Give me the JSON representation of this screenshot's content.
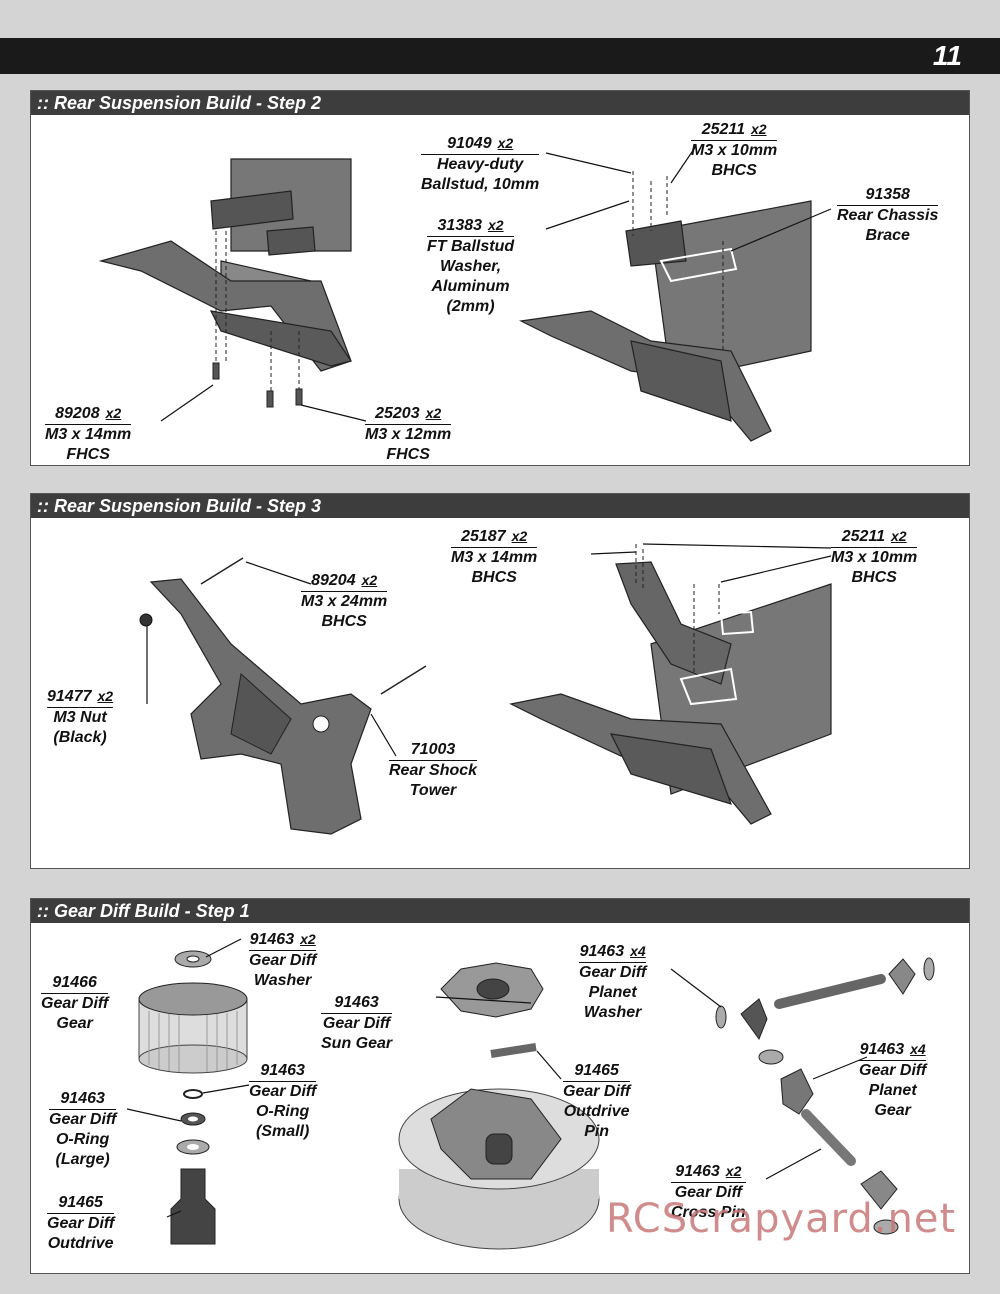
{
  "page_number": "11",
  "watermark": "RCScrapyard.net",
  "sections": [
    {
      "title": ":: Rear Suspension Build - Step 2",
      "callouts": [
        {
          "num": "91049",
          "qty": "x2",
          "lines": [
            "Heavy-duty",
            "Ballstud, 10mm"
          ]
        },
        {
          "num": "25211",
          "qty": "x2",
          "lines": [
            "M3 x 10mm",
            "BHCS"
          ]
        },
        {
          "num": "91358",
          "qty": "",
          "lines": [
            "Rear Chassis",
            "Brace"
          ]
        },
        {
          "num": "31383",
          "qty": "x2",
          "lines": [
            "FT Ballstud",
            "Washer,",
            "Aluminum",
            "(2mm)"
          ]
        },
        {
          "num": "89208",
          "qty": "x2",
          "lines": [
            "M3 x 14mm",
            "FHCS"
          ]
        },
        {
          "num": "25203",
          "qty": "x2",
          "lines": [
            "M3 x 12mm",
            "FHCS"
          ]
        }
      ]
    },
    {
      "title": ":: Rear Suspension Build - Step 3",
      "callouts": [
        {
          "num": "25187",
          "qty": "x2",
          "lines": [
            "M3 x 14mm",
            "BHCS"
          ]
        },
        {
          "num": "25211",
          "qty": "x2",
          "lines": [
            "M3 x 10mm",
            "BHCS"
          ]
        },
        {
          "num": "89204",
          "qty": "x2",
          "lines": [
            "M3 x 24mm",
            "BHCS"
          ]
        },
        {
          "num": "91477",
          "qty": "x2",
          "lines": [
            "M3 Nut",
            "(Black)"
          ]
        },
        {
          "num": "71003",
          "qty": "",
          "lines": [
            "Rear Shock",
            "Tower"
          ]
        }
      ]
    },
    {
      "title": ":: Gear Diff Build - Step 1",
      "callouts": [
        {
          "num": "91463",
          "qty": "x2",
          "lines": [
            "Gear Diff",
            "Washer"
          ]
        },
        {
          "num": "91466",
          "qty": "",
          "lines": [
            "Gear Diff",
            "Gear"
          ]
        },
        {
          "num": "91463",
          "qty": "",
          "lines": [
            "Gear Diff",
            "Sun Gear"
          ]
        },
        {
          "num": "91463",
          "qty": "x4",
          "lines": [
            "Gear Diff",
            "Planet",
            "Washer"
          ]
        },
        {
          "num": "91463",
          "qty": "",
          "lines": [
            "Gear Diff",
            "O-Ring",
            "(Small)"
          ]
        },
        {
          "num": "91463",
          "qty": "",
          "lines": [
            "Gear Diff",
            "O-Ring",
            "(Large)"
          ]
        },
        {
          "num": "91465",
          "qty": "",
          "lines": [
            "Gear Diff",
            "Outdrive",
            "Pin"
          ]
        },
        {
          "num": "91463",
          "qty": "x4",
          "lines": [
            "Gear Diff",
            "Planet",
            "Gear"
          ]
        },
        {
          "num": "91463",
          "qty": "x2",
          "lines": [
            "Gear Diff",
            "Cross Pin"
          ]
        },
        {
          "num": "91465",
          "qty": "",
          "lines": [
            "Gear Diff",
            "Outdrive"
          ]
        }
      ]
    }
  ]
}
